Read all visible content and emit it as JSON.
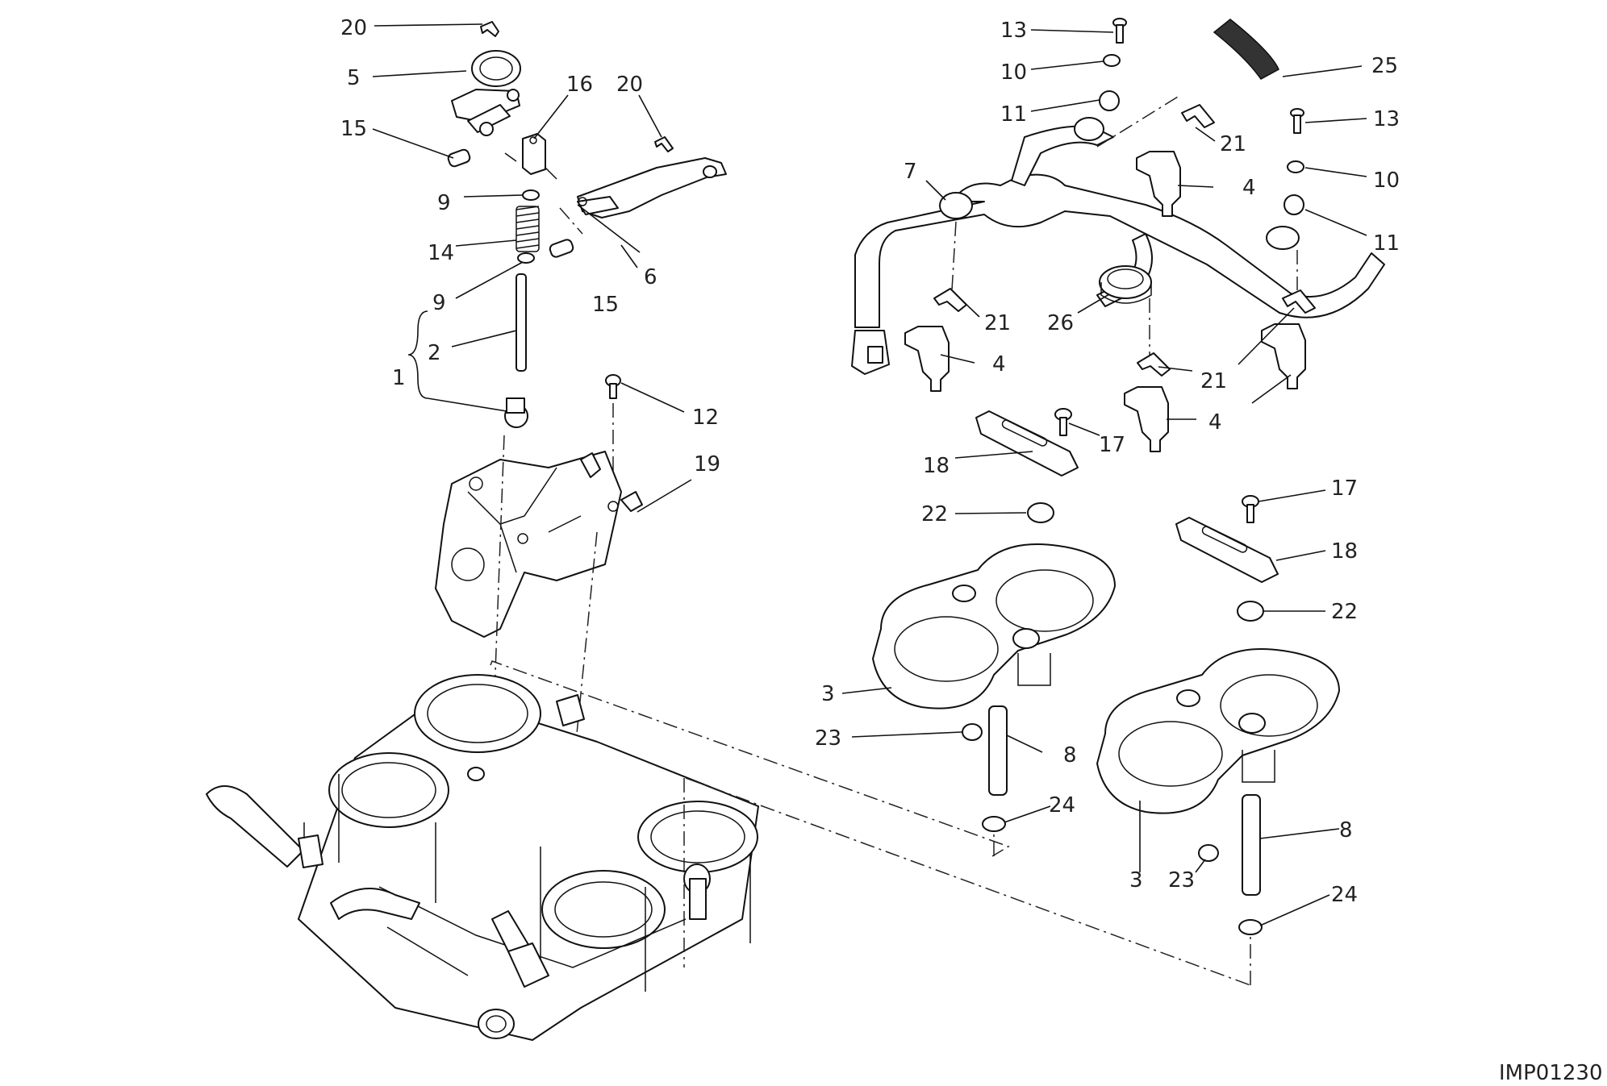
{
  "figure": {
    "code": "IMP01230",
    "callouts": [
      "1",
      "2",
      "3",
      "4",
      "5",
      "6",
      "7",
      "8",
      "9",
      "10",
      "11",
      "12",
      "13",
      "14",
      "15",
      "16",
      "17",
      "18",
      "19",
      "20",
      "21",
      "22",
      "23",
      "24",
      "25",
      "26"
    ]
  },
  "colors": {
    "line": "#111111",
    "background": "#ffffff",
    "hose": "#333333"
  }
}
